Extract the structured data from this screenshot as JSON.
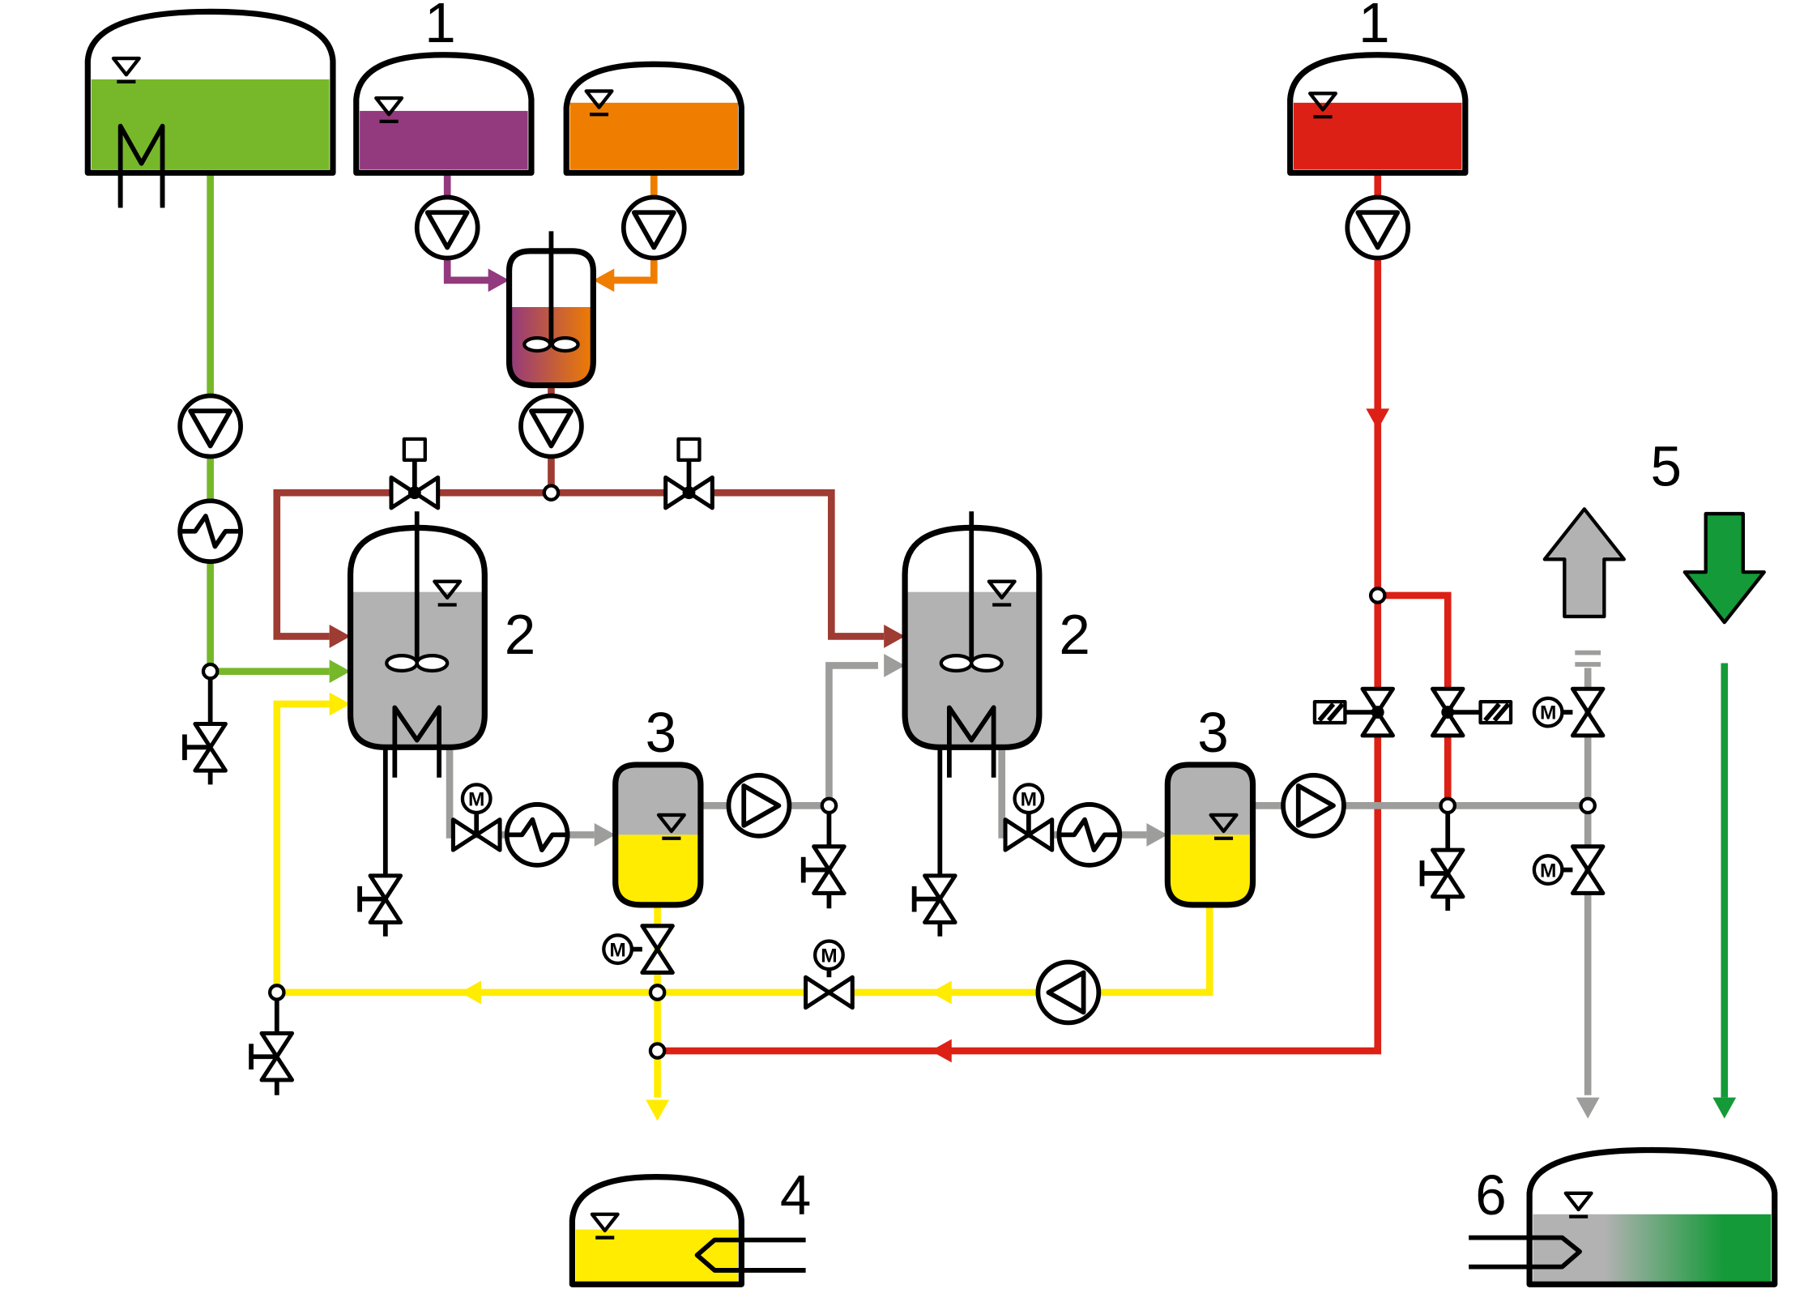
{
  "diagram": {
    "type": "process-flow-diagram",
    "background": "#ffffff",
    "labels": {
      "feed_tank_purple": "1",
      "feed_tank_red": "1",
      "reactor_left": "2",
      "reactor_right": "2",
      "buffer_tank_left": "3",
      "buffer_tank_right": "3",
      "collect_tank": "4",
      "transfer_arrows": "5",
      "receiver_tank": "6"
    },
    "symbols": {
      "motor": "M"
    },
    "colors": {
      "green": "#76b82a",
      "green_dark": "#149a38",
      "purple": "#93397e",
      "orange": "#ef7d00",
      "red": "#dc2015",
      "dark_red": "#9e3b32",
      "yellow": "#ffec00",
      "gray_fill": "#b2b2b2",
      "gray_line": "#9d9d9c"
    }
  }
}
